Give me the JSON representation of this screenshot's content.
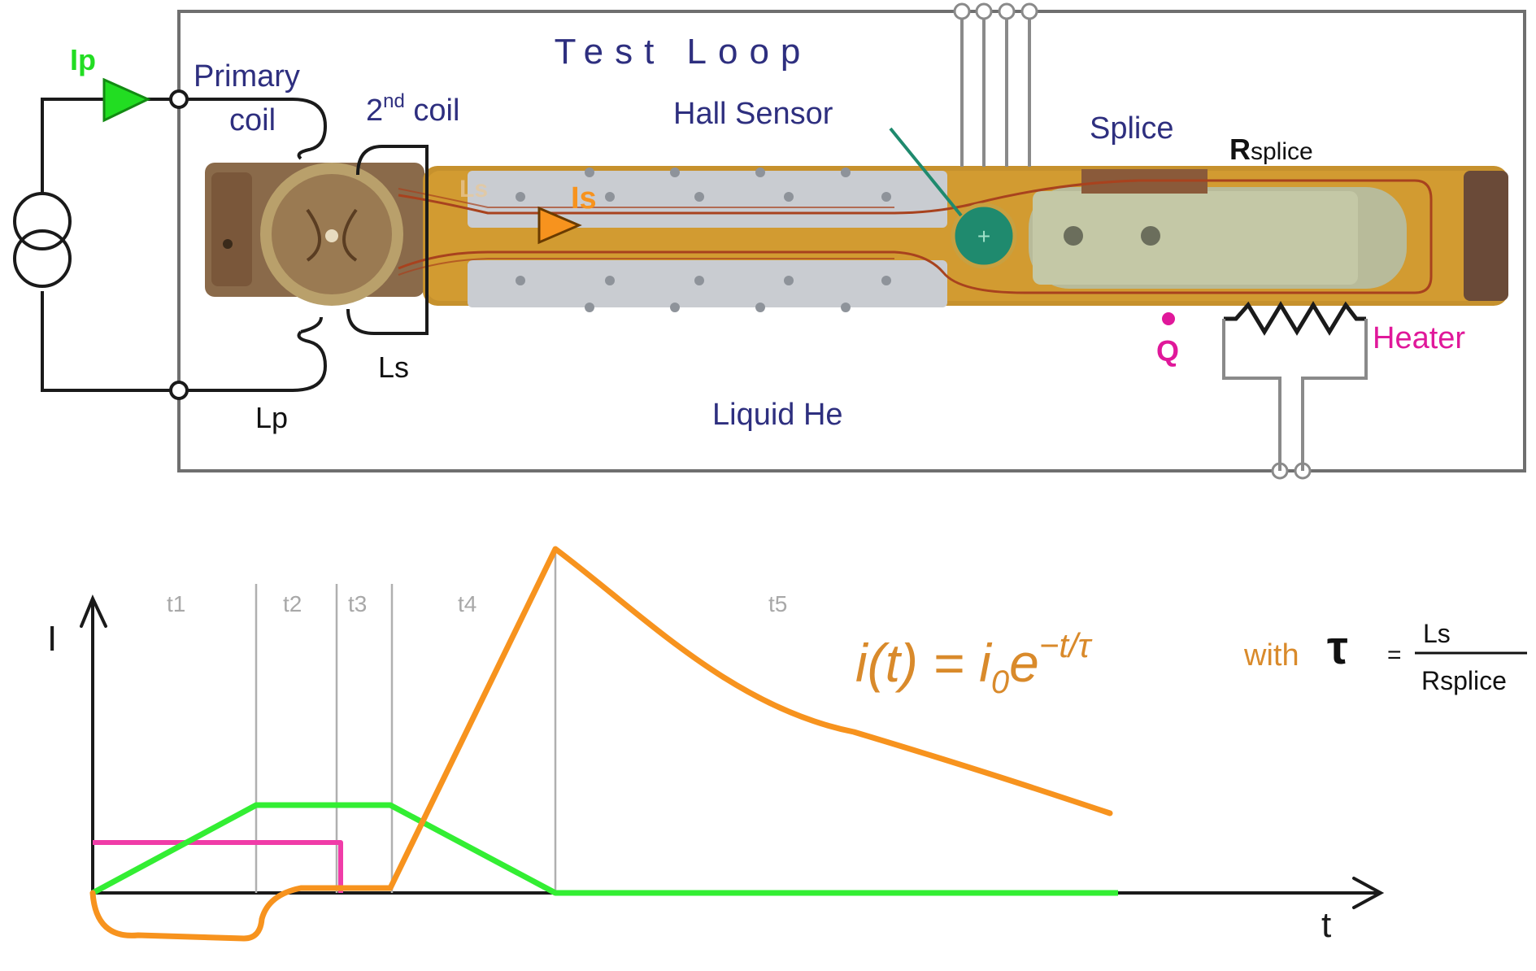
{
  "colors": {
    "label_blue": "#2e2f7f",
    "ip_green": "#22dd22",
    "is_orange": "#f7931e",
    "heater_magenta": "#e0189a",
    "gray_wire": "#7a7a7a",
    "formula_orange": "#d98a2b"
  },
  "labels": {
    "test_loop": "Test Loop",
    "ip": "Ip",
    "primary_coil_line1": "Primary",
    "primary_coil_line2": "coil",
    "second_coil_base": "2",
    "second_coil_sup": "nd",
    "second_coil_rest": " coil",
    "hall_sensor": "Hall Sensor",
    "splice": "Splice",
    "r_splice_main": "R",
    "r_splice_sub": "splice",
    "ls_photo": "Ls",
    "is": "Is",
    "q": "Q",
    "heater": "Heater",
    "ls": "Ls",
    "lp": "Lp",
    "liquid_he": "Liquid He"
  },
  "timeline": {
    "y_axis": "I",
    "x_axis": "t",
    "phases": [
      "t1",
      "t2",
      "t3",
      "t4",
      "t5"
    ]
  },
  "formula": {
    "lhs": "i(t) = i",
    "sub0": "0",
    "e": "e",
    "exponent": "−t/τ",
    "with": "with",
    "tau": "τ",
    "equals": "=",
    "numerator": "Ls",
    "denominator": "Rsplice"
  },
  "icons": [
    "current-source-icon",
    "ip-direction-arrow-icon",
    "is-direction-arrow-icon",
    "heater-resistor-icon",
    "q-heat-dot-icon"
  ]
}
